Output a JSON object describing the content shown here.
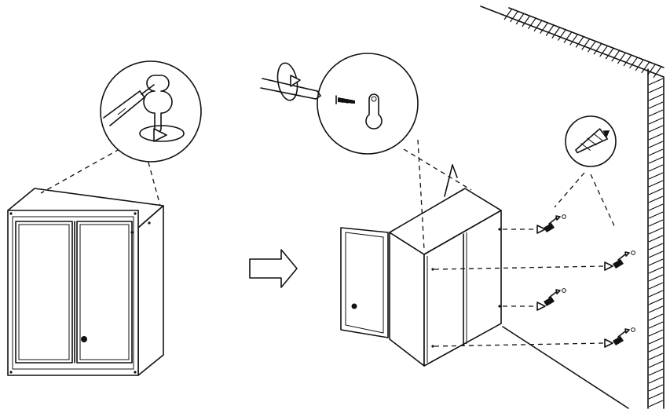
{
  "diagram": {
    "steps": [
      {
        "name": "prepare-keyhole-slots",
        "detail": "screwdriver-in-keyhole-slot"
      },
      {
        "name": "mount-to-wall",
        "detail": "screw-into-keyhole-slot"
      }
    ],
    "anchors_count": 4,
    "stroke_color": "#111111",
    "background_color": "#ffffff"
  }
}
